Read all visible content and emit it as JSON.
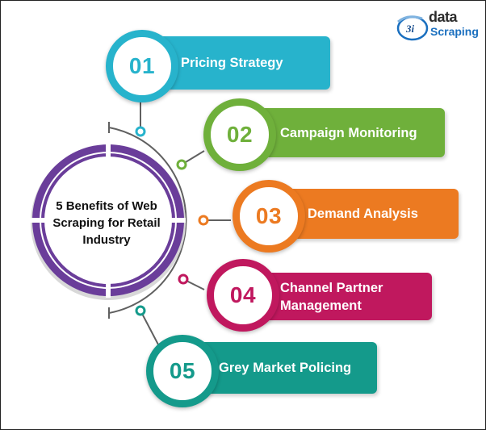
{
  "center": {
    "title_lines": [
      "5 Benefits of Web",
      "Scraping for Retail",
      "Industry"
    ],
    "ring_color": "#6a3d9a"
  },
  "logo": {
    "mark": "3i",
    "word1": "data",
    "word2": "Scraping"
  },
  "connector_color": "#606060",
  "benefits": [
    {
      "number": "01",
      "label": "Pricing Strategy",
      "color": "#27b3cc"
    },
    {
      "number": "02",
      "label": "Campaign Monitoring",
      "color": "#6fb03b"
    },
    {
      "number": "03",
      "label": "Demand Analysis",
      "color": "#ec7a21"
    },
    {
      "number": "04",
      "label": "Channel Partner Management",
      "color": "#c0185e"
    },
    {
      "number": "05",
      "label": "Grey Market Policing",
      "color": "#149a8b"
    }
  ]
}
